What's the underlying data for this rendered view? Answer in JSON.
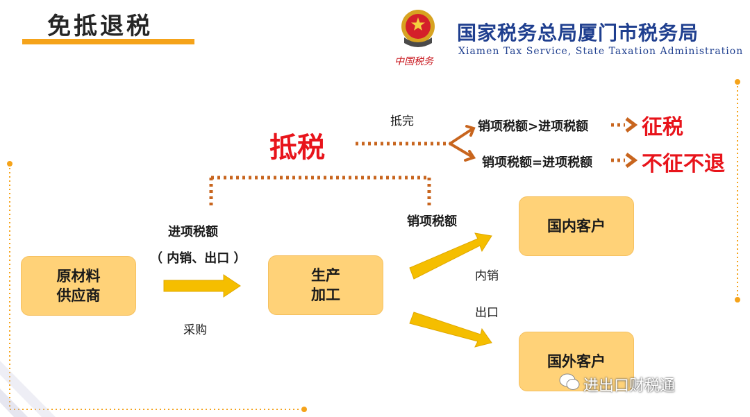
{
  "header": {
    "title": "免抵退税",
    "org_cn": "国家税务总局厦门市税务局",
    "org_en": "Xiamen Tax Service, State Taxation Administration",
    "logo_text": "中国税务"
  },
  "diagram": {
    "nodes": {
      "supplier_line1": "原材料",
      "supplier_line2": "供应商",
      "production_line1": "生产",
      "production_line2": "加工",
      "domestic_customer": "国内客户",
      "foreign_customer": "国外客户"
    },
    "labels": {
      "input_tax": "进项税额",
      "input_tax_scope": "（ 内销、出口 ）",
      "purchase": "采购",
      "output_tax": "销项税额",
      "domestic_sale": "内销",
      "export": "出口",
      "offset_tax": "抵税",
      "offset_done": "抵完",
      "cond_greater": "销项税额>进项税额",
      "cond_equal": "销项税额=进项税额",
      "result_levy": "征税",
      "result_none": "不征不退"
    },
    "colors": {
      "box_fill": "#FFD278",
      "arrow_yellow": "#F5BE00",
      "dotted_orange": "#C8651E",
      "accent_red": "#E8141B",
      "frame_orange": "#F5A31A"
    }
  },
  "watermark": {
    "text": "进出口财税通",
    "icon": "wechat-icon"
  }
}
